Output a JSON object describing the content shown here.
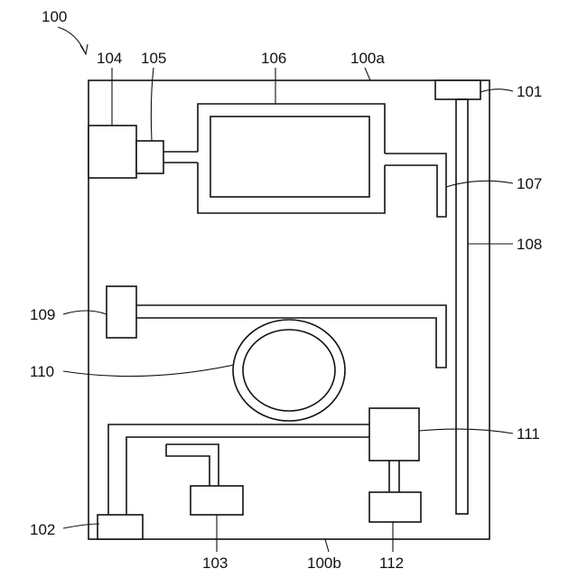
{
  "labels": {
    "l100": "100",
    "l100a": "100a",
    "l100b": "100b",
    "l101": "101",
    "l102": "102",
    "l103": "103",
    "l104": "104",
    "l105": "105",
    "l106": "106",
    "l107": "107",
    "l108": "108",
    "l109": "109",
    "l110": "110",
    "l111": "111",
    "l112": "112"
  }
}
